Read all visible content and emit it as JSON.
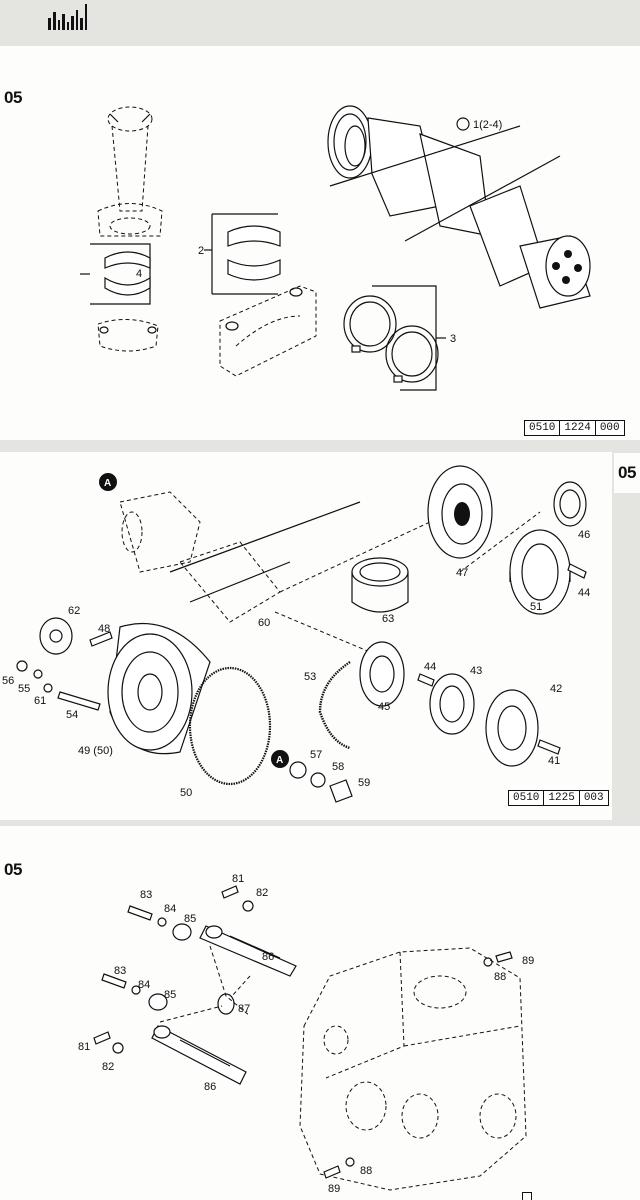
{
  "header": {
    "logo_name": "barcode-logo"
  },
  "panel1": {
    "section_tab": "05",
    "labels": {
      "l1": "1(2-4)",
      "l2": "2",
      "l3": "3",
      "l4": "4"
    },
    "figure_code": [
      "0510",
      "1224",
      "000"
    ]
  },
  "panel2": {
    "section_tab": "05",
    "callout": "A",
    "labels": {
      "l41": "41",
      "l42": "42",
      "l43": "43",
      "l44a": "44",
      "l44b": "44",
      "l45": "45",
      "l46": "46",
      "l47": "47",
      "l48": "48",
      "l4950": "49 (50)",
      "l50": "50",
      "l51": "51",
      "l53": "53",
      "l54": "54",
      "l55": "55",
      "l56": "56",
      "l57": "57",
      "l58": "58",
      "l59": "59",
      "l60": "60",
      "l61": "61",
      "l62": "62",
      "l63": "63"
    },
    "figure_code": [
      "0510",
      "1225",
      "003"
    ]
  },
  "panel3": {
    "section_tab": "05",
    "labels": {
      "l81a": "81",
      "l82a": "82",
      "l83a": "83",
      "l84a": "84",
      "l85a": "85",
      "l86a": "86",
      "l83b": "83",
      "l84b": "84",
      "l85b": "85",
      "l87": "87",
      "l81b": "81",
      "l82b": "82",
      "l86b": "86",
      "l88a": "88",
      "l89a": "89",
      "l88b": "88",
      "l89b": "89"
    }
  }
}
